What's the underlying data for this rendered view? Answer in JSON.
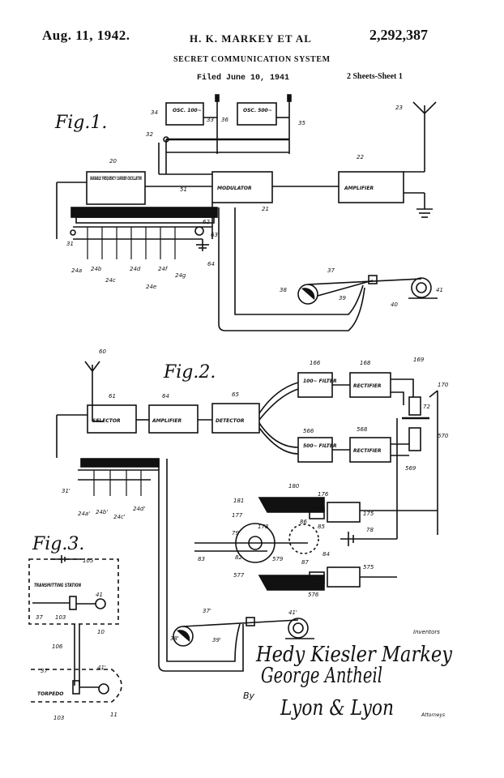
{
  "header": {
    "date": "Aug. 11, 1942.",
    "inventors": "H. K. MARKEY ET AL",
    "patent_number": "2,292,387",
    "title": "SECRET COMMUNICATION SYSTEM",
    "filed": "Filed June 10, 1941",
    "sheets": "2 Sheets-Sheet 1"
  },
  "figures": {
    "fig1": {
      "caption": "Fig.1.",
      "blocks": {
        "osc100": "OSC. 100~",
        "osc500": "OSC. 500~",
        "vfco": "VARIABLE FREQUENCY CARRIER OSCILLATOR",
        "modulator": "MODULATOR",
        "amplifier": "AMPLIFIER"
      },
      "refs": [
        "34",
        "33",
        "36",
        "35",
        "23",
        "32",
        "20",
        "22",
        "21",
        "51",
        "62",
        "63",
        "64",
        "31",
        "24a",
        "24b",
        "24c",
        "24d",
        "24e",
        "24f",
        "24g",
        "37",
        "38",
        "39",
        "40",
        "41"
      ]
    },
    "fig2": {
      "caption": "Fig.2.",
      "blocks": {
        "selector": "SELECTOR",
        "amplifier": "AMPLIFIER",
        "detector": "DETECTOR",
        "filter100": "100~ FILTER",
        "rectifier1": "RECTIFIER",
        "filter500": "500~ FILTER",
        "rectifier2": "RECTIFIER"
      },
      "refs": [
        "60",
        "61",
        "64",
        "65",
        "166",
        "168",
        "169",
        "170",
        "72",
        "566",
        "568",
        "570",
        "569",
        "31'",
        "24a'",
        "24b'",
        "24c'",
        "24d'",
        "181",
        "180",
        "176",
        "175",
        "177",
        "178",
        "86",
        "85",
        "84",
        "78",
        "79",
        "82",
        "83",
        "579",
        "87",
        "577",
        "576",
        "575",
        "37'",
        "38'",
        "39'",
        "41'"
      ]
    },
    "fig3": {
      "caption": "Fig.3.",
      "blocks": {
        "station": "TRANSMITTING STATION",
        "torpedo": "TORPEDO"
      },
      "refs": [
        "105",
        "41",
        "37",
        "103",
        "10",
        "106",
        "37'",
        "41'",
        "103",
        "11"
      ]
    }
  },
  "signatures": {
    "label_inventors": "Inventors",
    "name1": "Hedy Kiesler Markey",
    "name2": "George Antheil",
    "by": "By",
    "attorney": "Lyon & Lyon",
    "label_attorneys": "Attorneys"
  }
}
